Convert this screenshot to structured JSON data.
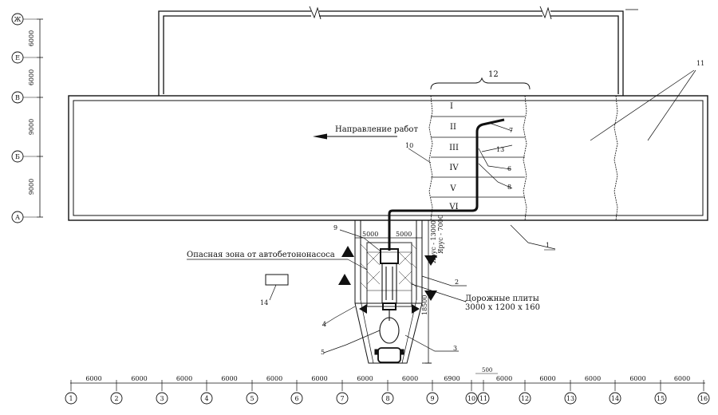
{
  "row_axes": [
    "Ж",
    "Е",
    "В",
    "Б",
    "А"
  ],
  "row_dims": [
    "6000",
    "6000",
    "9000",
    "9000"
  ],
  "col_axes": [
    "1",
    "2",
    "3",
    "4",
    "5",
    "6",
    "7",
    "8",
    "9",
    "10",
    "11",
    "12",
    "13",
    "14",
    "15",
    "16"
  ],
  "col_dims": [
    "6000",
    "6000",
    "6000",
    "6000",
    "6000",
    "6000",
    "6000",
    "6000",
    "6900",
    "6000",
    "6000",
    "6000",
    "6000"
  ],
  "gap_dim": "500",
  "roman_tiers": [
    "I",
    "II",
    "III",
    "IV",
    "V",
    "VI"
  ],
  "callouts": {
    "n1": "1",
    "n2": "2",
    "n3": "3",
    "n3b": "3",
    "n4": "4",
    "n5": "5",
    "n6": "6",
    "n7": "7",
    "n8": "8",
    "n9": "9",
    "n10": "10",
    "n11": "11",
    "n12": "12",
    "n13": "13",
    "n14": "14"
  },
  "labels": {
    "direction": "Направление работ",
    "danger_zone": "Опасная зона от автобетононасоса",
    "road_plates_1": "Дорожные плиты",
    "road_plates_2": "3000 х 1200 х 160",
    "dim_left_5000": "5000",
    "dim_right_5000": "5000",
    "dim_18500": "18500",
    "yarus_7000": "Ярус - 7000",
    "yarus_13000": "Ярус - 13000"
  }
}
